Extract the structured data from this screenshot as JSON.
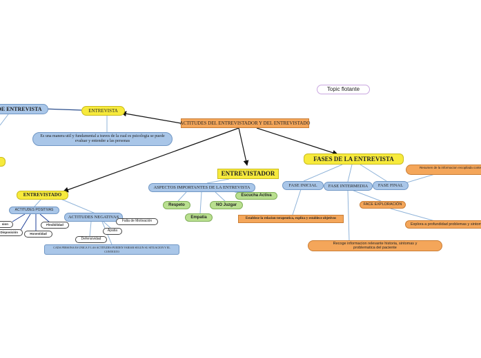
{
  "nodes": {
    "central": "ACTITUDES DEL ENTREVISTADOR Y DEL ENTREVISTADO",
    "entrevista": "ENTREVISTA",
    "tipos": "S DE ENTREVISTA",
    "def": "Es una manera util y fundamental a traves de la cual es psicologia se puede evaluar y entender a las personas",
    "topic": "Topic flotante",
    "entrevistador": "ENTREVISTADOR",
    "aspectos": "ASPECTOS IMPORTANTES DE LA ENTREVISTA",
    "respeto": "Respeto",
    "empatia": "Empatia",
    "nojuzgar": "NO Juzgar",
    "escucha": "Escucha Activa",
    "fases": "FASES DE LA ENTREVISTA",
    "inicial": "FASE INICIAL",
    "intermedia": "FASE INTERMEDIA",
    "final": "FASE FINAL",
    "establece": "Establece la relacion terapeutica, explica y establece objetivos",
    "exploracion": "FACE EXPLORACIÓN",
    "recoge": "Recoge informacion relevante historia, sintomas y problematica del paciente",
    "explora": "Explora a profundidad problemas y sintom",
    "resumen": "Resumen de la informacion recopilada contenido y obj",
    "entrevistado": "ENTREVISTADO",
    "positivas": "ACTITUDES POSITIVAS",
    "negativas": "ACTITUDES NEGATIVAS",
    "flexibilidad": "Flexibilidad",
    "honestidad": "Honestidad",
    "disposicion": "Disposición",
    "sion": "sion",
    "falta": "Falta de Motivación",
    "apatia": "Apatia",
    "defensividad": "Defensividad",
    "cada": "CADA PERSONA ES UNICA Y LAS ACTITUDES PUEDEN VARIAR SEGUN SU SITUACION Y EL CONTEXTO"
  },
  "colors": {
    "orange": "#f4a65a",
    "yellow": "#f7ea3c",
    "blue": "#a9c6e8",
    "green": "#b9df8f",
    "topic_border": "#c9a6e0",
    "edge_dark": "#111111",
    "edge_light": "#8fb3d9"
  }
}
